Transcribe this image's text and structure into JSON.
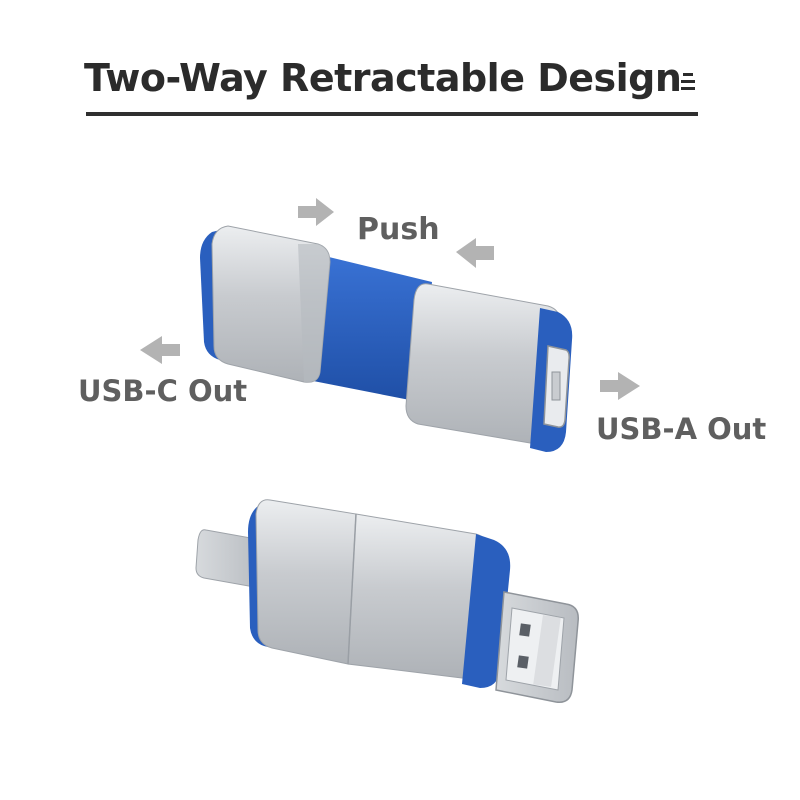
{
  "header": {
    "title": "Two-Way Retractable Design",
    "menu_icon": "menu-icon"
  },
  "labels": {
    "push": "Push",
    "usb_c_out": "USB-C Out",
    "usb_a_out": "USB-A Out"
  },
  "icons": {
    "arrow": "arrow-icon"
  },
  "colors": {
    "body_blue": "#2a5fbe",
    "metal_silver": "#c9ccd0",
    "arrow_gray": "#b3b3b3",
    "text_gray": "#5f5f5f",
    "title_dark": "#2b2b2b"
  }
}
